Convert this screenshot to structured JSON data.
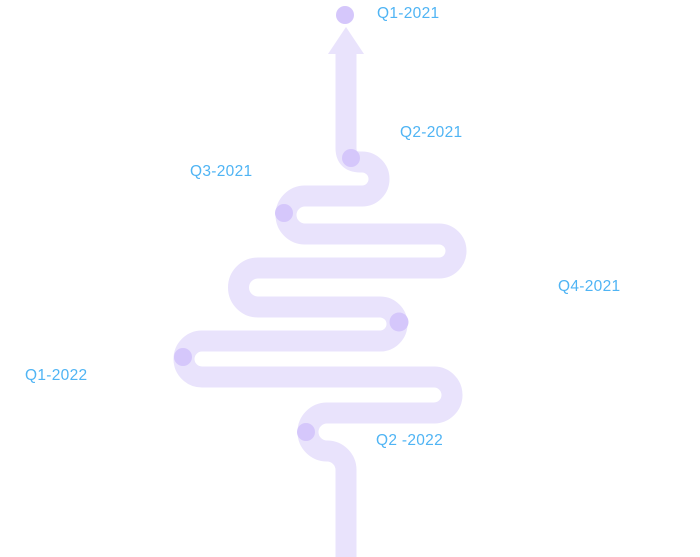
{
  "colors": {
    "road": "#e9e3fc",
    "milestone": "#d5c7fb",
    "label": "#4fb4f4"
  },
  "milestones": [
    {
      "label": "Q1-2021"
    },
    {
      "label": "Q2-2021"
    },
    {
      "label": "Q3-2021"
    },
    {
      "label": "Q4-2021"
    },
    {
      "label": "Q1-2022"
    },
    {
      "label": "Q2 -2022"
    }
  ]
}
